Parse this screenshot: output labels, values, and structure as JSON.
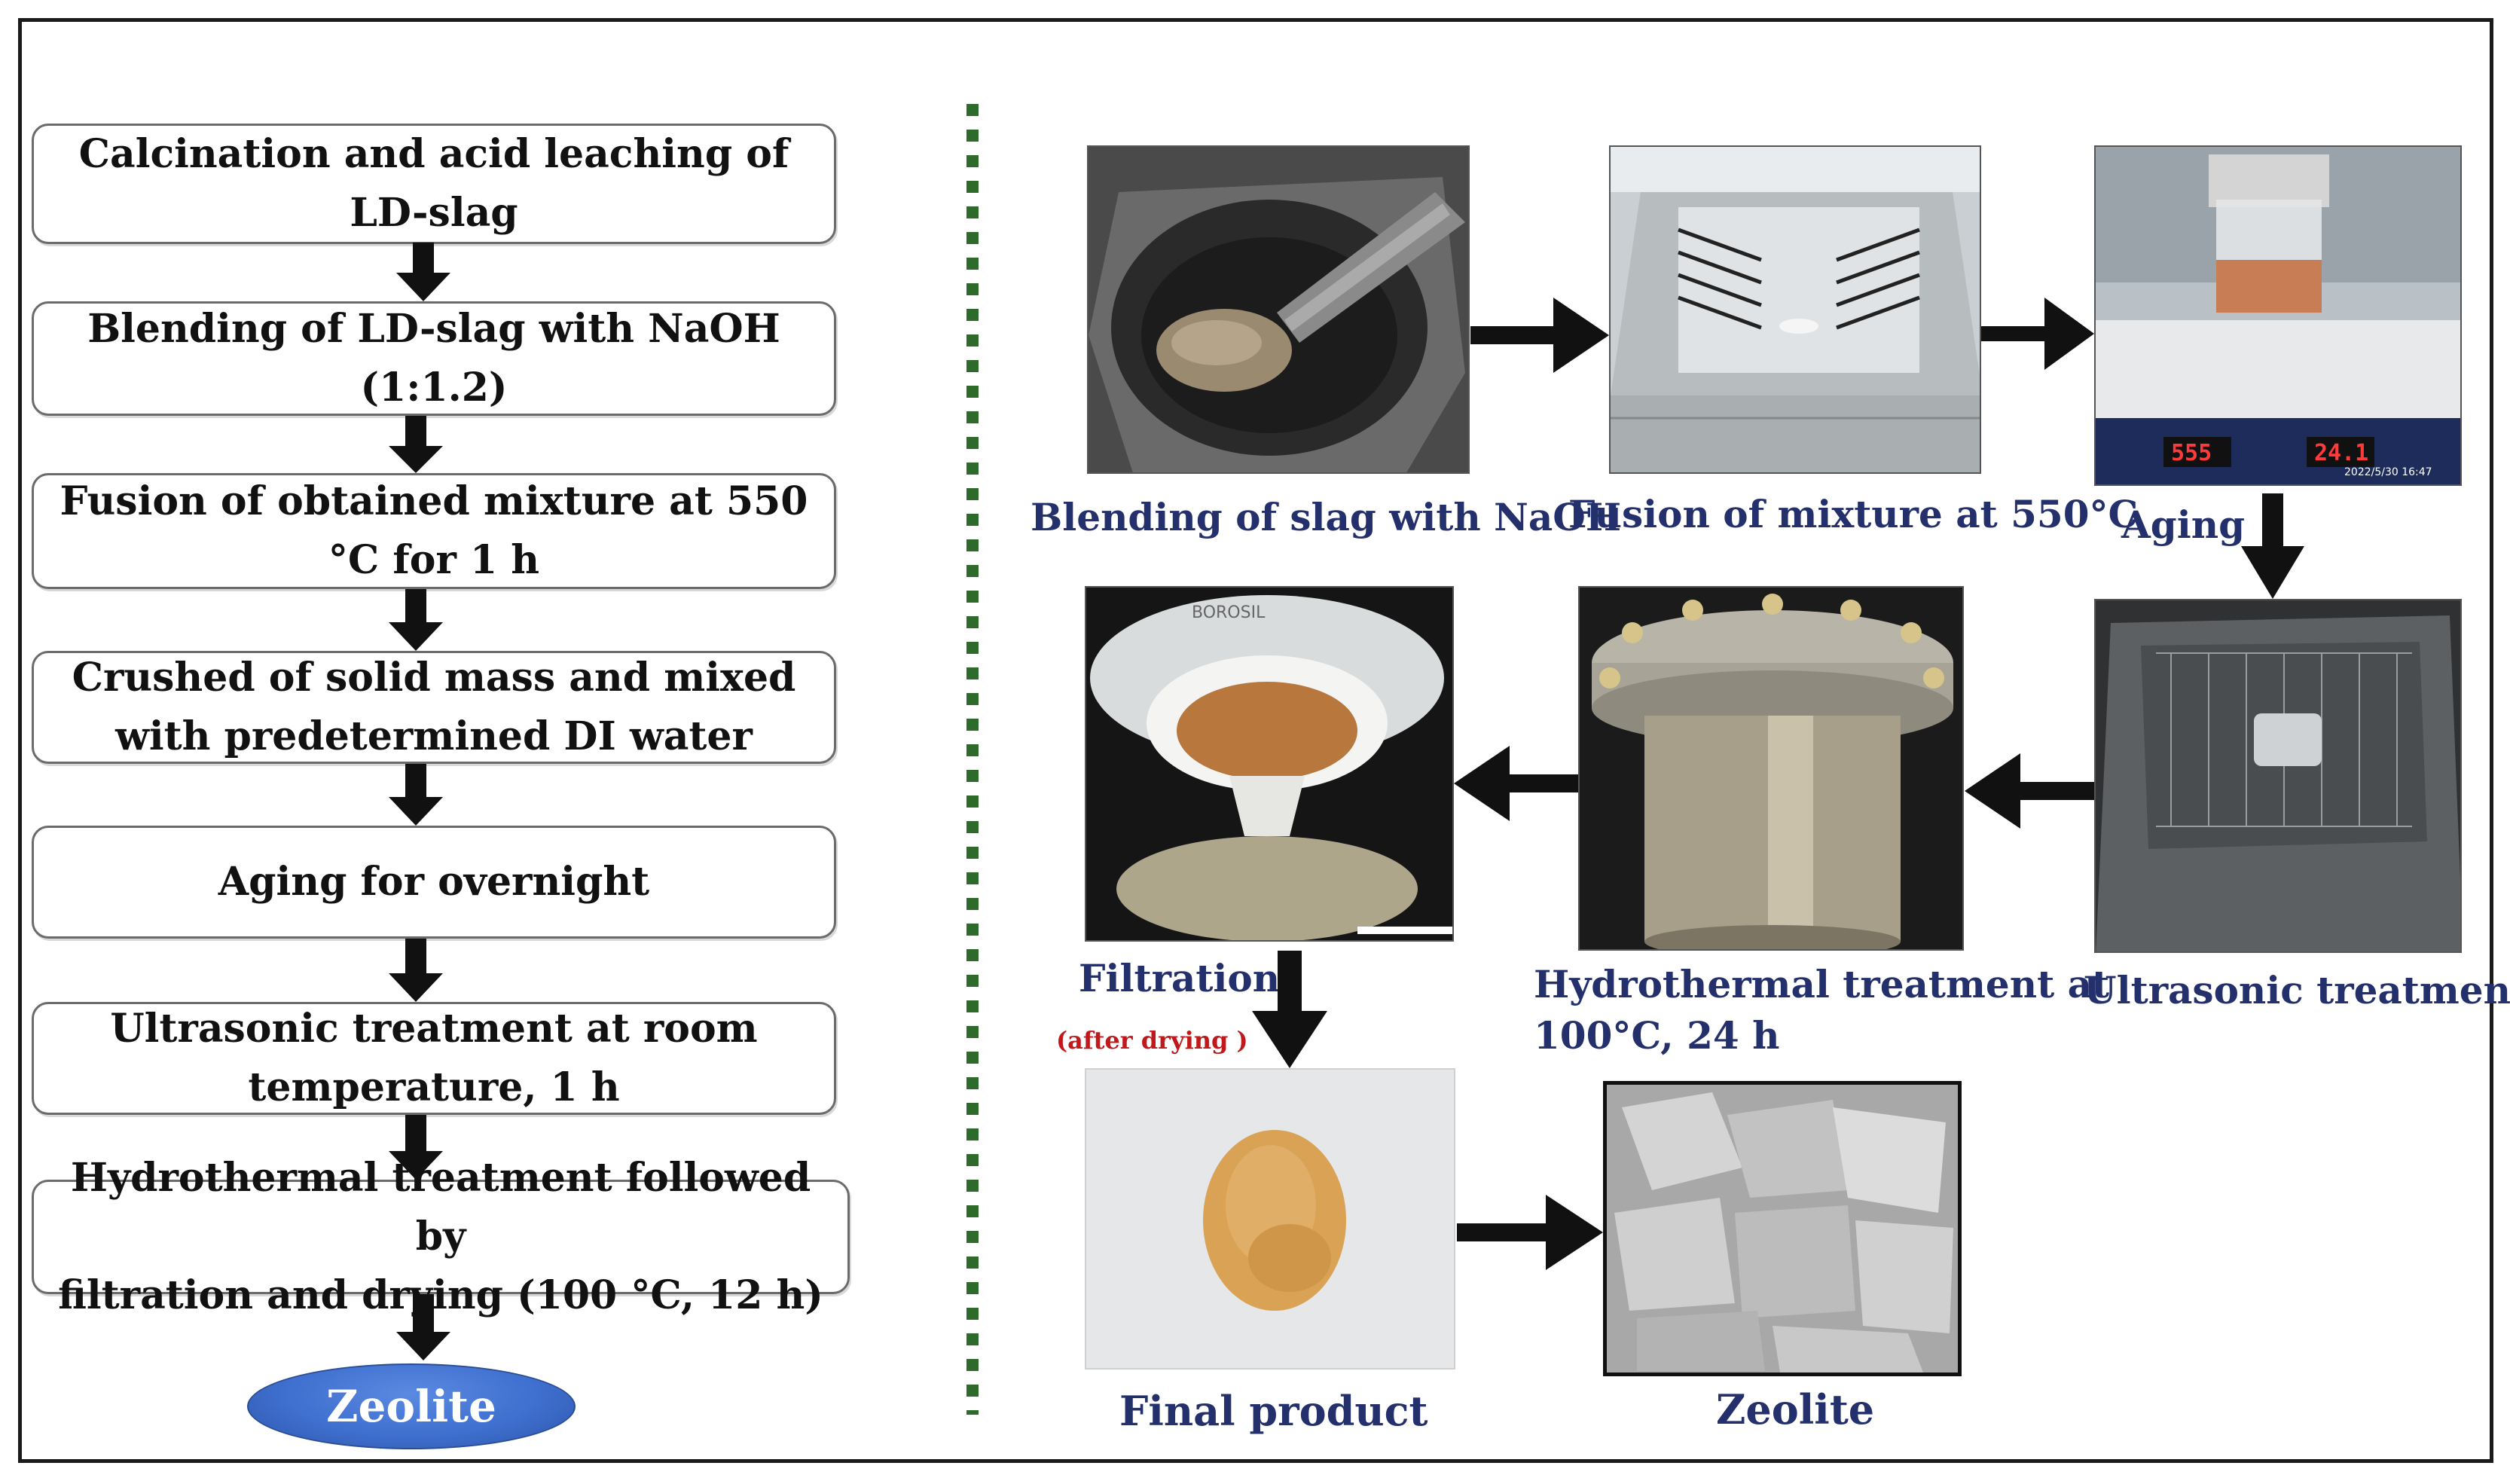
{
  "flowchart": {
    "steps": [
      {
        "line1": "Calcination and acid leaching of",
        "line2": "LD-slag"
      },
      {
        "line1": "Blending of LD-slag with NaOH",
        "line2": "(1:1.2)"
      },
      {
        "line1": "Fusion of obtained mixture at 550",
        "line2": "°C for 1 h"
      },
      {
        "line1": "Crushed of solid mass and mixed",
        "line2": "with predetermined DI water"
      },
      {
        "line1": "Aging for overnight",
        "line2": ""
      },
      {
        "line1": "Ultrasonic treatment at room",
        "line2": "temperature, 1 h"
      },
      {
        "line1": "Hydrothermal treatment followed by",
        "line2": "filtration and drying (100 °C, 12 h)"
      }
    ],
    "final": "Zeolite"
  },
  "photo_captions": {
    "blending": "Blending of slag with NaOH",
    "fusion": "Fusion of mixture at 550°C",
    "aging": "Aging",
    "ultrasonic": "Ultrasonic treatment",
    "hydrothermal_line1": "Hydrothermal treatment at",
    "hydrothermal_line2": "100°C, 24 h",
    "filtration": "Filtration",
    "after_drying": "(after drying )",
    "final_product": "Final product",
    "zeolite": "Zeolite"
  },
  "photo_overlay_text": {
    "display_left": "555",
    "display_right": "24.1",
    "timestamp": "2022/5/30 16:47",
    "flask_brand": "BOROSIL"
  },
  "colors": {
    "caption_blue": "#23306b",
    "annotation_red": "#c0181b",
    "divider_green": "#2e6b2a",
    "oval_blue": "#3f6fcf"
  }
}
